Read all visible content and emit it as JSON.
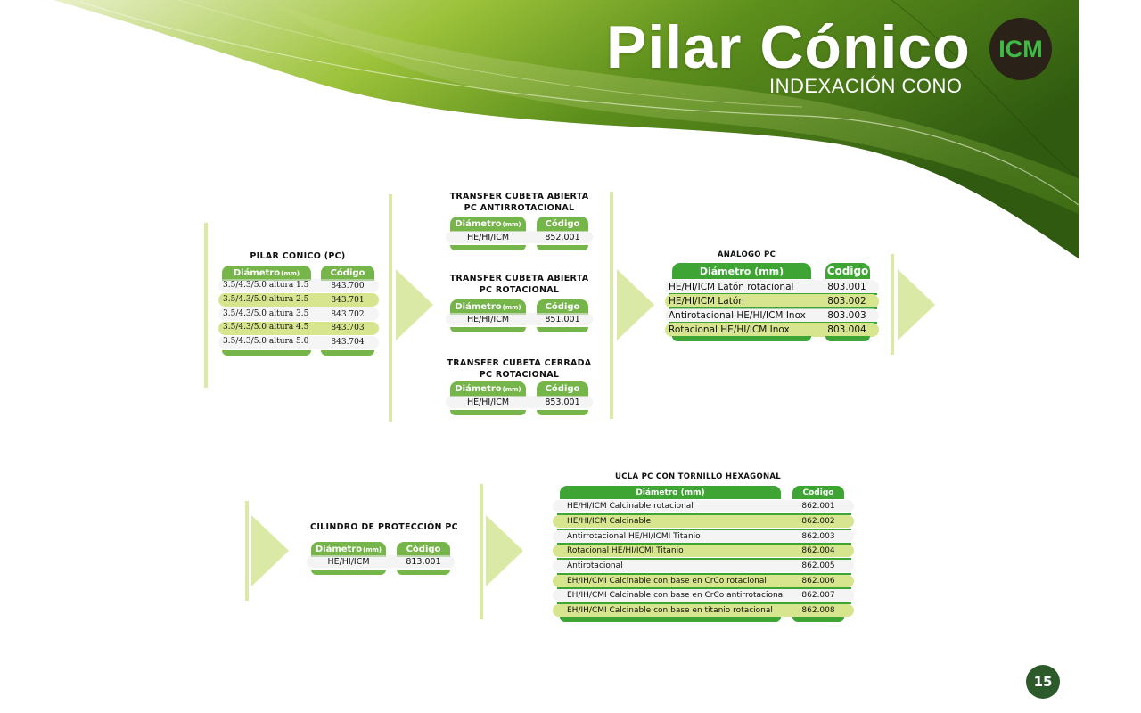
{
  "header": {
    "title": "Pilar Cónico",
    "subtitle": "INDEXACIÓN CONO",
    "logo_text": "ICM"
  },
  "colors": {
    "green_header": "#76b54a",
    "green_dark": "#3ea535",
    "highlight_row": "#d6e58e",
    "connector": "#dbe9a6",
    "page_badge": "#2d5a2a"
  },
  "pilar": {
    "title": "PILAR CONICO (PC)",
    "col1": "Diámetro",
    "col1_unit": "(mm)",
    "col2": "Código",
    "rows": [
      {
        "d": "3.5/4.3/5.0 altura 1.5",
        "c": "843.700"
      },
      {
        "d": "3.5/4.3/5.0 altura 2.5",
        "c": "843.701"
      },
      {
        "d": "3.5/4.3/5.0 altura 3.5",
        "c": "843.702"
      },
      {
        "d": "3.5/4.3/5.0 altura 4.5",
        "c": "843.703"
      },
      {
        "d": "3.5/4.3/5.0 altura 5.0",
        "c": "843.704"
      }
    ]
  },
  "transfer_abierta_anti": {
    "title1": "TRANSFER CUBETA ABIERTA",
    "title2": "PC ANTIRROTACIONAL",
    "col1": "Diámetro",
    "col1_unit": "(mm)",
    "col2": "Código",
    "rows": [
      {
        "d": "HE/HI/ICM",
        "c": "852.001"
      }
    ]
  },
  "transfer_abierta_rot": {
    "title1": "TRANSFER CUBETA ABIERTA",
    "title2": "PC ROTACIONAL",
    "col1": "Diámetro",
    "col1_unit": "(mm)",
    "col2": "Código",
    "rows": [
      {
        "d": "HE/HI/ICM",
        "c": "851.001"
      }
    ]
  },
  "transfer_cerrada": {
    "title1": "TRANSFER CUBETA CERRADA",
    "title2": "PC ROTACIONAL",
    "col1": "Diámetro",
    "col1_unit": "(mm)",
    "col2": "Código",
    "rows": [
      {
        "d": "HE/HI/ICM",
        "c": "853.001"
      }
    ]
  },
  "analogo": {
    "title": "ANALOGO PC",
    "col1": "Diámetro  (mm)",
    "col2": "Codigo",
    "rows": [
      {
        "d": "HE/HI/ICM Latón rotacional",
        "c": "803.001"
      },
      {
        "d": "HE/HI/ICM Latón",
        "c": "803.002"
      },
      {
        "d": "Antirotacional HE/HI/ICM Inox",
        "c": "803.003"
      },
      {
        "d": "Rotacional HE/HI/ICM Inox",
        "c": "803.004"
      }
    ]
  },
  "cilindro": {
    "title": "CILINDRO DE PROTECCIÓN PC",
    "col1": "Diámetro",
    "col1_unit": "(mm)",
    "col2": "Código",
    "rows": [
      {
        "d": "HE/HI/ICM",
        "c": "813.001"
      }
    ]
  },
  "ucla": {
    "title": "UCLA PC CON TORNILLO HEXAGONAL",
    "col1": "Diámetro  (mm)",
    "col2": "Codigo",
    "rows": [
      {
        "d": "HE/HI/ICM Calcinable rotacional",
        "c": "862.001"
      },
      {
        "d": "HE/HI/ICM Calcinable",
        "c": "862.002"
      },
      {
        "d": "Antirrotacional HE/HI/ICMI Titanio",
        "c": "862.003"
      },
      {
        "d": "Rotacional HE/HI/ICMI Titanio",
        "c": "862.004"
      },
      {
        "d": "Antirotacional",
        "c": "862.005"
      },
      {
        "d": "EH/IH/CMI Calcinable con base en CrCo rotacional",
        "c": "862.006"
      },
      {
        "d": "EH/IH/CMI Calcinable con base en CrCo antirrotacional",
        "c": "862.007"
      },
      {
        "d": "EH/IH/CMI Calcinable con base en titanio rotacional",
        "c": "862.008"
      }
    ]
  },
  "page_number": "15"
}
